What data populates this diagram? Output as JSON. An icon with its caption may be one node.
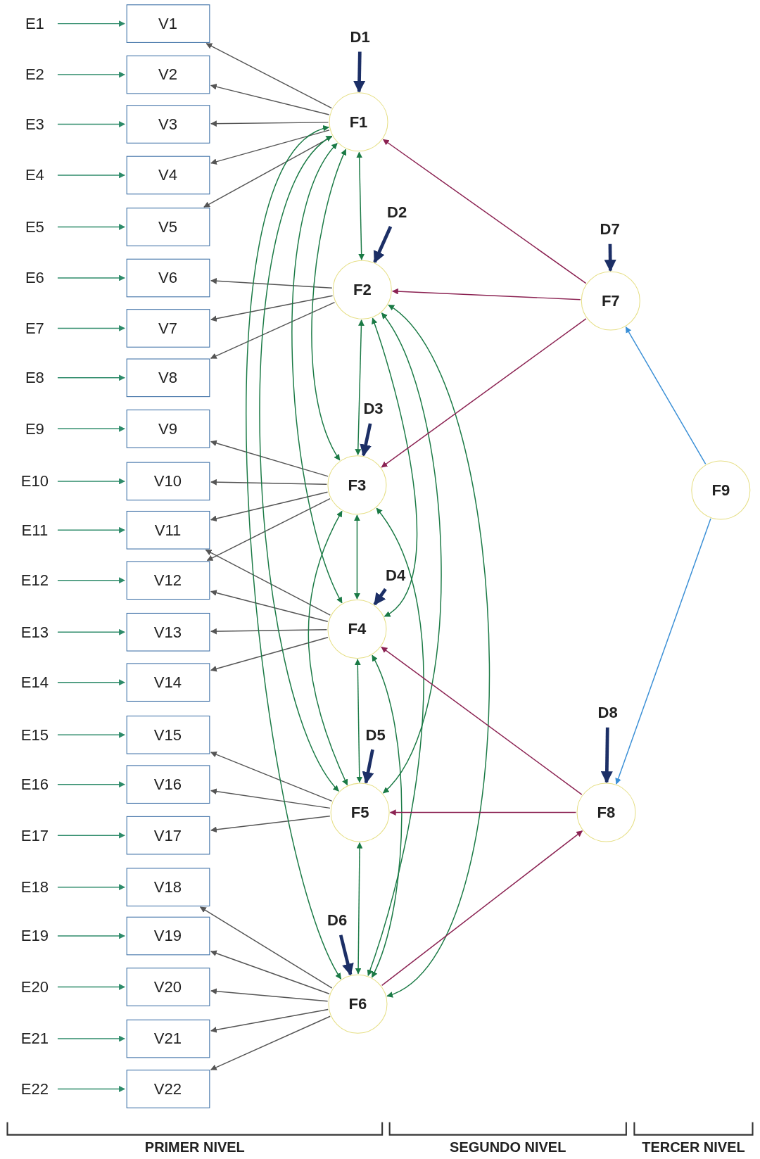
{
  "diagram": {
    "nodes": [
      {
        "text": [
          "E1"
        ]
      },
      {
        "text": [
          "E2"
        ]
      },
      {
        "text": [
          "E3"
        ]
      },
      {
        "text": [
          "E4"
        ]
      },
      {
        "text": [
          "E5"
        ]
      },
      {
        "text": [
          "E6"
        ]
      },
      {
        "text": [
          "E7"
        ]
      },
      {
        "text": [
          "E8"
        ]
      },
      {
        "text": [
          "E9"
        ]
      },
      {
        "text": [
          "E10"
        ]
      },
      {
        "text": [
          "E11"
        ]
      },
      {
        "text": [
          "E12"
        ]
      },
      {
        "text": [
          "E13"
        ]
      },
      {
        "text": [
          "E14"
        ]
      },
      {
        "text": [
          "E15"
        ]
      },
      {
        "text": [
          "E16"
        ]
      },
      {
        "text": [
          "E17"
        ]
      },
      {
        "text": [
          "E18"
        ]
      },
      {
        "text": [
          "E19"
        ]
      },
      {
        "text": [
          "E20"
        ]
      },
      {
        "text": [
          "E21"
        ]
      },
      {
        "text": [
          "E22"
        ]
      },
      {
        "text": [
          "V1"
        ]
      },
      {
        "text": [
          "V2"
        ]
      },
      {
        "text": [
          "V3"
        ]
      },
      {
        "text": [
          "V4"
        ]
      },
      {
        "text": [
          "V5"
        ]
      },
      {
        "text": [
          "V6"
        ]
      },
      {
        "text": [
          "V7"
        ]
      },
      {
        "text": [
          "V8"
        ]
      },
      {
        "text": [
          "V9"
        ]
      },
      {
        "text": [
          "V10"
        ]
      },
      {
        "text": [
          "V11"
        ]
      },
      {
        "text": [
          "V12"
        ]
      },
      {
        "text": [
          "V13"
        ]
      },
      {
        "text": [
          "V14"
        ]
      },
      {
        "text": [
          "V15"
        ]
      },
      {
        "text": [
          "V16"
        ]
      },
      {
        "text": [
          "V17"
        ]
      },
      {
        "text": [
          "V18"
        ]
      },
      {
        "text": [
          "V19"
        ]
      },
      {
        "text": [
          "V20"
        ]
      },
      {
        "text": [
          "V21"
        ]
      },
      {
        "text": [
          "V22"
        ]
      },
      {
        "text": [
          "F1"
        ]
      },
      {
        "text": [
          "F2"
        ]
      },
      {
        "text": [
          "F3"
        ]
      },
      {
        "text": [
          "F4"
        ]
      },
      {
        "text": [
          "F5"
        ]
      },
      {
        "text": [
          "F6"
        ]
      },
      {
        "text": [
          "F7"
        ]
      },
      {
        "text": [
          "F8"
        ]
      },
      {
        "text": [
          "F9"
        ]
      },
      {
        "text": [
          "D1"
        ]
      },
      {
        "text": [
          "D2"
        ]
      },
      {
        "text": [
          "D3"
        ]
      },
      {
        "text": [
          "D4"
        ]
      },
      {
        "text": [
          "D5"
        ]
      },
      {
        "text": [
          "D6"
        ]
      },
      {
        "text": [
          "D7"
        ]
      },
      {
        "text": [
          "D8"
        ]
      }
    ],
    "edges": [
      {
        "from": 0,
        "to": 22,
        "arrow": "to",
        "color": "#2e8b6a"
      },
      {
        "from": 1,
        "to": 23,
        "arrow": "to",
        "color": "#2e8b6a"
      },
      {
        "from": 2,
        "to": 24,
        "arrow": "to",
        "color": "#2e8b6a"
      },
      {
        "from": 3,
        "to": 25,
        "arrow": "to",
        "color": "#2e8b6a"
      },
      {
        "from": 4,
        "to": 26,
        "arrow": "to",
        "color": "#2e8b6a"
      },
      {
        "from": 5,
        "to": 27,
        "arrow": "to",
        "color": "#2e8b6a"
      },
      {
        "from": 6,
        "to": 28,
        "arrow": "to",
        "color": "#2e8b6a"
      },
      {
        "from": 7,
        "to": 29,
        "arrow": "to",
        "color": "#2e8b6a"
      },
      {
        "from": 8,
        "to": 30,
        "arrow": "to",
        "color": "#2e8b6a"
      },
      {
        "from": 9,
        "to": 31,
        "arrow": "to",
        "color": "#2e8b6a"
      },
      {
        "from": 10,
        "to": 32,
        "arrow": "to",
        "color": "#2e8b6a"
      },
      {
        "from": 11,
        "to": 33,
        "arrow": "to",
        "color": "#2e8b6a"
      },
      {
        "from": 12,
        "to": 34,
        "arrow": "to",
        "color": "#2e8b6a"
      },
      {
        "from": 13,
        "to": 35,
        "arrow": "to",
        "color": "#2e8b6a"
      },
      {
        "from": 14,
        "to": 36,
        "arrow": "to",
        "color": "#2e8b6a"
      },
      {
        "from": 15,
        "to": 37,
        "arrow": "to",
        "color": "#2e8b6a"
      },
      {
        "from": 16,
        "to": 38,
        "arrow": "to",
        "color": "#2e8b6a"
      },
      {
        "from": 17,
        "to": 39,
        "arrow": "to",
        "color": "#2e8b6a"
      },
      {
        "from": 18,
        "to": 40,
        "arrow": "to",
        "color": "#2e8b6a"
      },
      {
        "from": 19,
        "to": 41,
        "arrow": "to",
        "color": "#2e8b6a"
      },
      {
        "from": 20,
        "to": 42,
        "arrow": "to",
        "color": "#2e8b6a"
      },
      {
        "from": 21,
        "to": 43,
        "arrow": "to",
        "color": "#2e8b6a"
      },
      {
        "from": 44,
        "to": 22,
        "arrow": "to"
      },
      {
        "from": 44,
        "to": 23,
        "arrow": "to"
      },
      {
        "from": 44,
        "to": 24,
        "arrow": "to"
      },
      {
        "from": 44,
        "to": 25,
        "arrow": "to"
      },
      {
        "from": 44,
        "to": 26,
        "arrow": "to"
      },
      {
        "from": 45,
        "to": 27,
        "arrow": "to"
      },
      {
        "from": 45,
        "to": 28,
        "arrow": "to"
      },
      {
        "from": 45,
        "to": 29,
        "arrow": "to"
      },
      {
        "from": 46,
        "to": 30,
        "arrow": "to"
      },
      {
        "from": 46,
        "to": 31,
        "arrow": "to"
      },
      {
        "from": 46,
        "to": 32,
        "arrow": "to"
      },
      {
        "from": 46,
        "to": 33,
        "arrow": "to"
      },
      {
        "from": 47,
        "to": 32,
        "arrow": "to"
      },
      {
        "from": 47,
        "to": 33,
        "arrow": "to"
      },
      {
        "from": 47,
        "to": 34,
        "arrow": "to"
      },
      {
        "from": 47,
        "to": 35,
        "arrow": "to"
      },
      {
        "from": 48,
        "to": 36,
        "arrow": "to"
      },
      {
        "from": 48,
        "to": 37,
        "arrow": "to"
      },
      {
        "from": 48,
        "to": 38,
        "arrow": "to"
      },
      {
        "from": 49,
        "to": 39,
        "arrow": "to"
      },
      {
        "from": 49,
        "to": 40,
        "arrow": "to"
      },
      {
        "from": 49,
        "to": 41,
        "arrow": "to"
      },
      {
        "from": 49,
        "to": 42,
        "arrow": "to"
      },
      {
        "from": 49,
        "to": 43,
        "arrow": "to"
      },
      {
        "from": 53,
        "to": 44,
        "arrow": "to",
        "style": "thick",
        "color": "#1c2f66"
      },
      {
        "from": 54,
        "to": 45,
        "arrow": "to",
        "style": "thick",
        "color": "#1c2f66"
      },
      {
        "from": 55,
        "to": 46,
        "arrow": "to",
        "style": "thick",
        "color": "#1c2f66"
      },
      {
        "from": 56,
        "to": 47,
        "arrow": "to",
        "style": "thick",
        "color": "#1c2f66"
      },
      {
        "from": 57,
        "to": 48,
        "arrow": "to",
        "style": "thick",
        "color": "#1c2f66"
      },
      {
        "from": 58,
        "to": 49,
        "arrow": "to",
        "style": "thick",
        "color": "#1c2f66"
      },
      {
        "from": 59,
        "to": 50,
        "arrow": "to",
        "style": "thick",
        "color": "#1c2f66"
      },
      {
        "from": 60,
        "to": 51,
        "arrow": "to",
        "style": "thick",
        "color": "#1c2f66"
      },
      {
        "from": 44,
        "to": 45,
        "arrow": "both",
        "color": "#1a7a45"
      },
      {
        "from": 45,
        "to": 46,
        "arrow": "both",
        "color": "#1a7a45"
      },
      {
        "from": 46,
        "to": 47,
        "arrow": "both",
        "color": "#1a7a45"
      },
      {
        "from": 47,
        "to": 48,
        "arrow": "both",
        "color": "#1a7a45"
      },
      {
        "from": 48,
        "to": 49,
        "arrow": "both",
        "color": "#1a7a45"
      },
      {
        "from": 44,
        "to": 46,
        "arrow": "both",
        "color": "#1a7a45"
      },
      {
        "from": 44,
        "to": 47,
        "arrow": "both",
        "color": "#1a7a45"
      },
      {
        "from": 44,
        "to": 48,
        "arrow": "both",
        "color": "#1a7a45"
      },
      {
        "from": 44,
        "to": 49,
        "arrow": "both",
        "color": "#1a7a45"
      },
      {
        "from": 45,
        "to": 47,
        "arrow": "both",
        "color": "#1a7a45"
      },
      {
        "from": 45,
        "to": 48,
        "arrow": "both",
        "color": "#1a7a45"
      },
      {
        "from": 45,
        "to": 49,
        "arrow": "both",
        "color": "#1a7a45"
      },
      {
        "from": 46,
        "to": 48,
        "arrow": "both",
        "color": "#1a7a45"
      },
      {
        "from": 46,
        "to": 49,
        "arrow": "both",
        "color": "#1a7a45"
      },
      {
        "from": 47,
        "to": 49,
        "arrow": "both",
        "color": "#1a7a45"
      },
      {
        "from": 50,
        "to": 44,
        "arrow": "to",
        "color": "#8b2252"
      },
      {
        "from": 50,
        "to": 45,
        "arrow": "to",
        "color": "#8b2252"
      },
      {
        "from": 50,
        "to": 46,
        "arrow": "to",
        "color": "#8b2252"
      },
      {
        "from": 51,
        "to": 47,
        "arrow": "to",
        "color": "#8b2252"
      },
      {
        "from": 51,
        "to": 48,
        "arrow": "to",
        "color": "#8b2252"
      },
      {
        "from": 49,
        "to": 51,
        "arrow": "to",
        "color": "#8b2252"
      },
      {
        "from": 52,
        "to": 50,
        "arrow": "to",
        "color": "#3a8fd6"
      },
      {
        "from": 52,
        "to": 51,
        "arrow": "to",
        "color": "#3a8fd6"
      }
    ],
    "labels": [
      "PRIMER NIVEL",
      "SEGUNDO NIVEL",
      "TERCER NIVEL"
    ]
  }
}
